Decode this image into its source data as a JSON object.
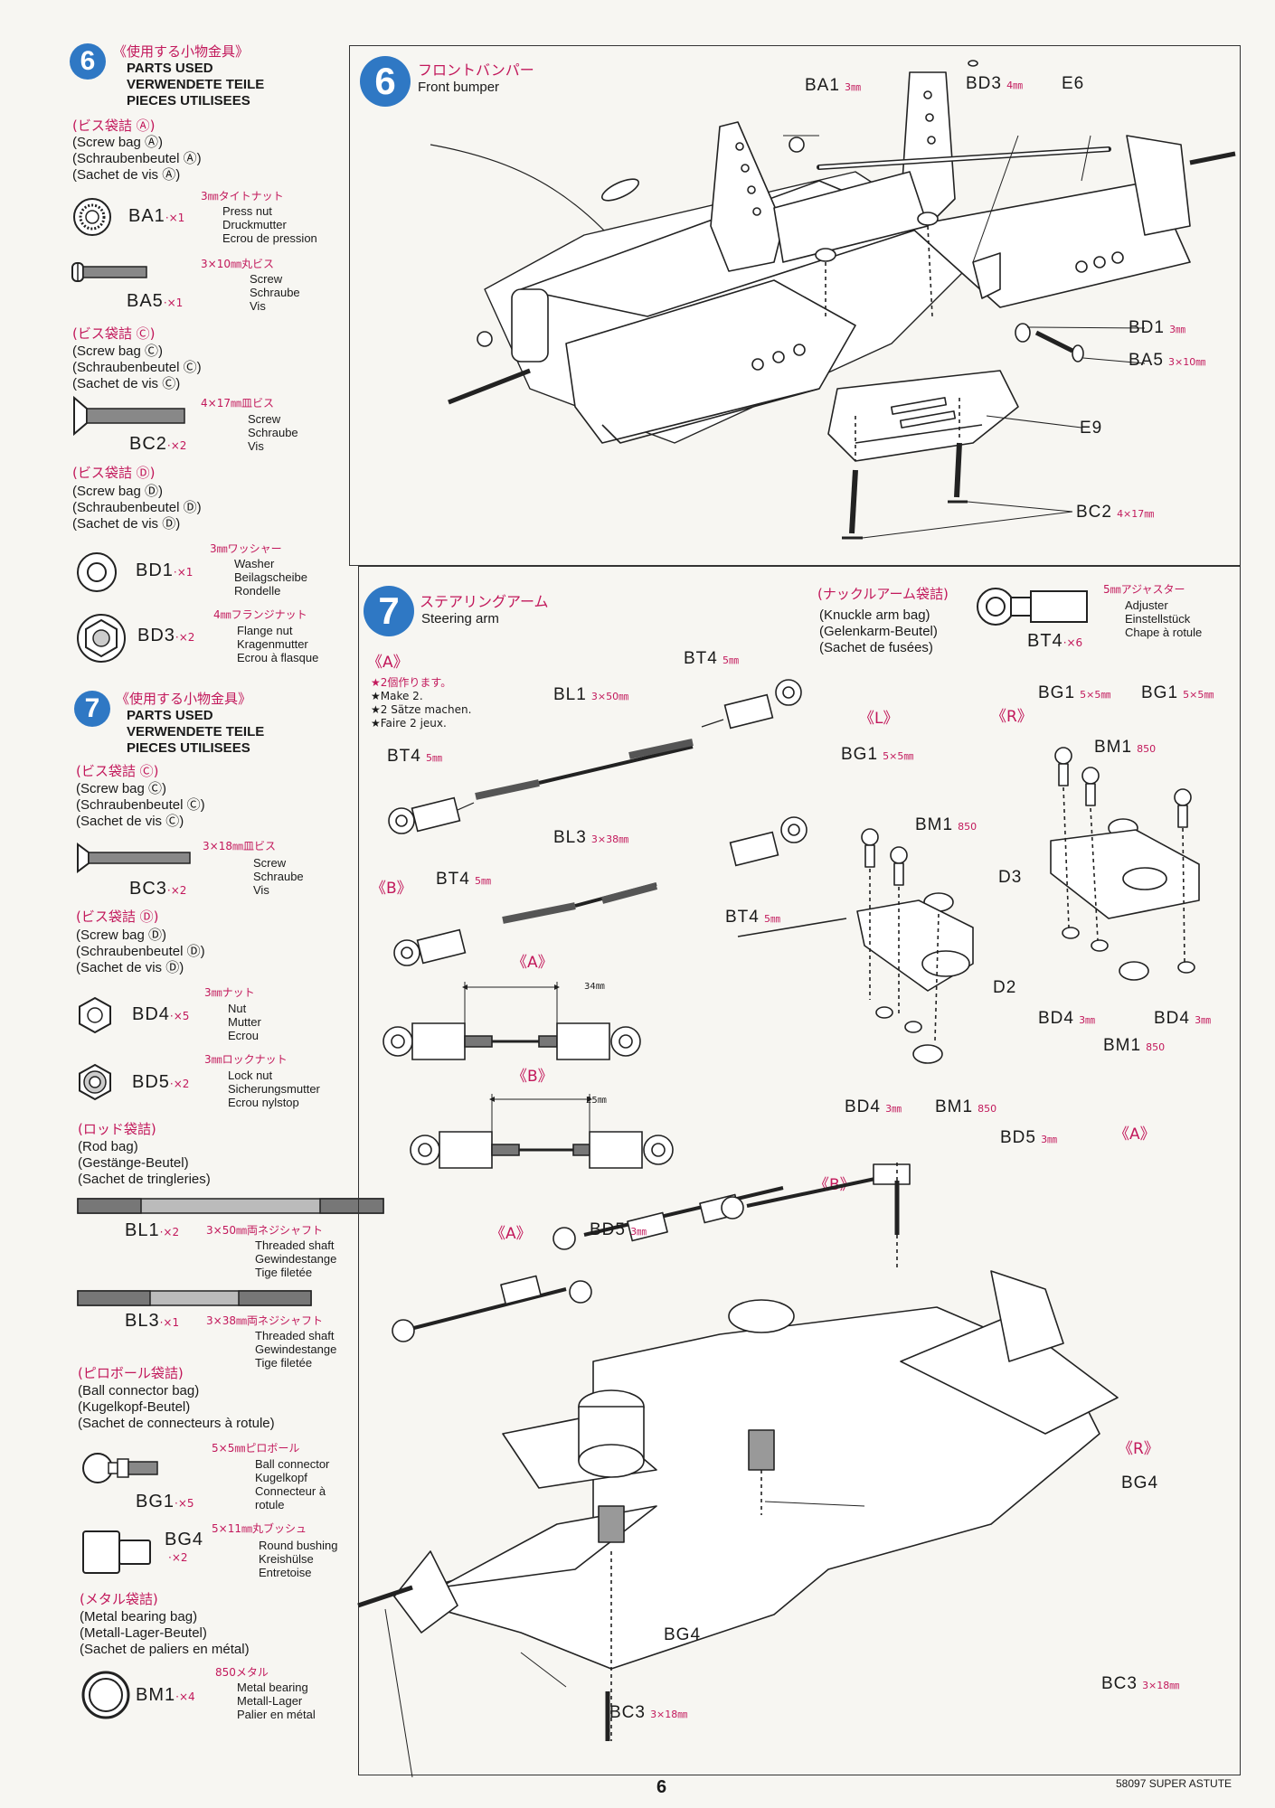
{
  "sidebar": {
    "step6": {
      "num": "6",
      "title_jp": "《使用する小物金具》",
      "title_en1": "PARTS USED",
      "title_en2": "VERWENDETE TEILE",
      "title_en3": "PIECES UTILISEES",
      "bagA": {
        "jp": "(ビス袋詰 Ⓐ)",
        "en1": "(Screw bag Ⓐ)",
        "en2": "(Schraubenbeutel Ⓐ)",
        "en3": "(Sachet de vis Ⓐ)"
      },
      "ba1": {
        "spec": "3㎜タイトナット",
        "code": "BA1",
        "qty": "·×1",
        "d1": "Press nut",
        "d2": "Druckmutter",
        "d3": "Ecrou de pression"
      },
      "ba5": {
        "spec": "3×10㎜丸ビス",
        "code": "BA5",
        "qty": "·×1",
        "d1": "Screw",
        "d2": "Schraube",
        "d3": "Vis"
      },
      "bagC": {
        "jp": "(ビス袋詰 Ⓒ)",
        "en1": "(Screw bag Ⓒ)",
        "en2": "(Schraubenbeutel Ⓒ)",
        "en3": "(Sachet de vis Ⓒ)"
      },
      "bc2": {
        "spec": "4×17㎜皿ビス",
        "code": "BC2",
        "qty": "·×2",
        "d1": "Screw",
        "d2": "Schraube",
        "d3": "Vis"
      },
      "bagD": {
        "jp": "(ビス袋詰 Ⓓ)",
        "en1": "(Screw bag Ⓓ)",
        "en2": "(Schraubenbeutel Ⓓ)",
        "en3": "(Sachet de vis Ⓓ)"
      },
      "bd1": {
        "spec": "3㎜ワッシャー",
        "code": "BD1",
        "qty": "·×1",
        "d1": "Washer",
        "d2": "Beilagscheibe",
        "d3": "Rondelle"
      },
      "bd3": {
        "spec": "4㎜フランジナット",
        "code": "BD3",
        "qty": "·×2",
        "d1": "Flange nut",
        "d2": "Kragenmutter",
        "d3": "Ecrou à flasque"
      }
    },
    "step7": {
      "num": "7",
      "title_jp": "《使用する小物金具》",
      "title_en1": "PARTS USED",
      "title_en2": "VERWENDETE TEILE",
      "title_en3": "PIECES UTILISEES",
      "bagC": {
        "jp": "(ビス袋詰 Ⓒ)",
        "en1": "(Screw bag Ⓒ)",
        "en2": "(Schraubenbeutel Ⓒ)",
        "en3": "(Sachet de vis Ⓒ)"
      },
      "bc3": {
        "spec": "3×18㎜皿ビス",
        "code": "BC3",
        "qty": "·×2",
        "d1": "Screw",
        "d2": "Schraube",
        "d3": "Vis"
      },
      "bagD": {
        "jp": "(ビス袋詰 Ⓓ)",
        "en1": "(Screw bag Ⓓ)",
        "en2": "(Schraubenbeutel Ⓓ)",
        "en3": "(Sachet de vis Ⓓ)"
      },
      "bd4": {
        "spec": "3㎜ナット",
        "code": "BD4",
        "qty": "·×5",
        "d1": "Nut",
        "d2": "Mutter",
        "d3": "Ecrou"
      },
      "bd5": {
        "spec": "3㎜ロックナット",
        "code": "BD5",
        "qty": "·×2",
        "d1": "Lock nut",
        "d2": "Sicherungsmutter",
        "d3": "Ecrou nylstop"
      },
      "bagRod": {
        "jp": "(ロッド袋詰)",
        "en1": "(Rod bag)",
        "en2": "(Gestänge-Beutel)",
        "en3": "(Sachet de tringleries)"
      },
      "bl1": {
        "spec": "3×50㎜両ネジシャフト",
        "code": "BL1",
        "qty": "·×2",
        "d1": "Threaded shaft",
        "d2": "Gewindestange",
        "d3": "Tige filetée"
      },
      "bl3": {
        "spec": "3×38㎜両ネジシャフト",
        "code": "BL3",
        "qty": "·×1",
        "d1": "Threaded shaft",
        "d2": "Gewindestange",
        "d3": "Tige filetée"
      },
      "bagBall": {
        "jp": "(ピロボール袋詰)",
        "en1": "(Ball connector bag)",
        "en2": "(Kugelkopf-Beutel)",
        "en3": "(Sachet de connecteurs à rotule)"
      },
      "bg1": {
        "spec": "5×5㎜ピロボール",
        "code": "BG1",
        "qty": "·×5",
        "d1": "Ball connector",
        "d2": "Kugelkopf",
        "d3": "Connecteur à",
        "d4": "rotule"
      },
      "bg4": {
        "spec": "5×11㎜丸ブッシュ",
        "code": "BG4",
        "qty": "·×2",
        "d1": "Round bushing",
        "d2": "Kreishülse",
        "d3": "Entretoise"
      },
      "bagMetal": {
        "jp": "(メタル袋詰)",
        "en1": "(Metal bearing bag)",
        "en2": "(Metall-Lager-Beutel)",
        "en3": "(Sachet de paliers en métal)"
      },
      "bm1": {
        "spec": "850メタル",
        "code": "BM1",
        "qty": "·×4",
        "d1": "Metal bearing",
        "d2": "Metall-Lager",
        "d3": "Palier en métal"
      }
    }
  },
  "panel6": {
    "num": "6",
    "title_jp": "フロントバンパー",
    "title_en": "Front bumper",
    "labels": {
      "ba1": "BA1",
      "ba1_s": "3㎜",
      "bd3": "BD3",
      "bd3_s": "4㎜",
      "e6": "E6",
      "bd1": "BD1",
      "bd1_s": "3㎜",
      "ba5": "BA5",
      "ba5_s": "3×10㎜",
      "e9": "E9",
      "bc2": "BC2",
      "bc2_s": "4×17㎜"
    }
  },
  "panel7": {
    "num": "7",
    "title_jp": "ステアリングアーム",
    "title_en": "Steering arm",
    "knuckle_jp": "(ナックルアーム袋詰)",
    "knuckle_en1": "(Knuckle arm bag)",
    "knuckle_en2": "(Gelenkarm-Beutel)",
    "knuckle_en3": "(Sachet de fusées)",
    "bt4_part": {
      "spec": "5㎜アジャスター",
      "code": "BT4",
      "qty": "·×6",
      "d1": "Adjuster",
      "d2": "Einstellstück",
      "d3": "Chape à rotule"
    },
    "markA": "《A》",
    "markB": "《B》",
    "markL": "《L》",
    "markR": "《R》",
    "make2_jp": "★2個作ります。",
    "make2_1": "★Make 2.",
    "make2_2": "★2 Sätze machen.",
    "make2_3": "★Faire 2 jeux.",
    "dimA": "34㎜",
    "dimB": "25㎜",
    "labels": {
      "bt4": "BT4",
      "bt4_s": "5㎜",
      "bl1": "BL1",
      "bl1_s": "3×50㎜",
      "bl3": "BL3",
      "bl3_s": "3×38㎜",
      "bg1": "BG1",
      "bg1_s": "5×5㎜",
      "bm1": "BM1",
      "bm1_s": "850",
      "d2": "D2",
      "d3": "D3",
      "bd4": "BD4",
      "bd4_s": "3㎜",
      "bd5": "BD5",
      "bd5_s": "3㎜",
      "bg4": "BG4",
      "bc3": "BC3",
      "bc3_s": "3×18㎜"
    }
  },
  "footer": {
    "page": "6",
    "model": "58097 SUPER ASTUTE"
  }
}
